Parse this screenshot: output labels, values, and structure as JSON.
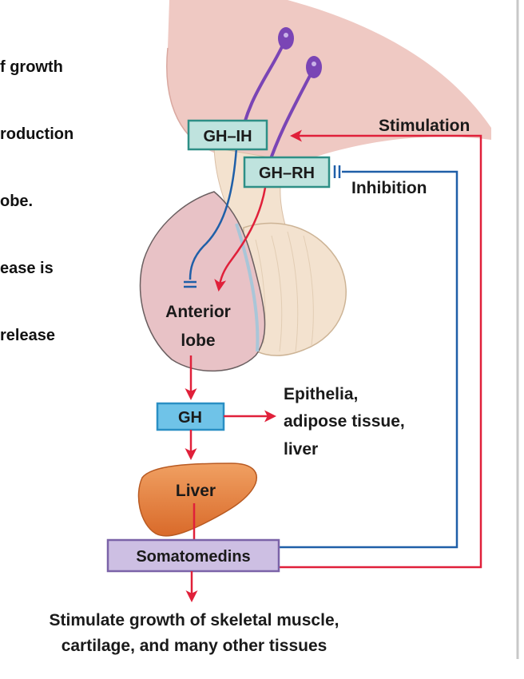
{
  "intro_text": [
    "f growth",
    "roduction",
    "obe.",
    "ease is",
    "release"
  ],
  "labels": {
    "gh_ih": "GH–IH",
    "gh_rh": "GH–RH",
    "stimulation": "Stimulation",
    "inhibition": "Inhibition",
    "anterior_line1": "Anterior",
    "anterior_line2": "lobe",
    "gh": "GH",
    "targets_line1": "Epithelia,",
    "targets_line2": "adipose tissue,",
    "targets_line3": "liver",
    "liver": "Liver",
    "somatomedins": "Somatomedins",
    "result_line1": "Stimulate growth of skeletal muscle,",
    "result_line2": "cartilage, and many other tissues"
  },
  "colors": {
    "stimulation_arrow": "#e0203a",
    "inhibition_line": "#1f5fa8",
    "hormone_box_fill": "#bfe3de",
    "hormone_box_border": "#2e8f86",
    "gh_box_fill": "#6fc3e8",
    "gh_box_border": "#2a8fc4",
    "somatomedins_fill": "#cdbfe3",
    "somatomedins_border": "#7b63a8",
    "anterior_lobe": "#e8c2c6",
    "posterior_lobe": "#f3e2cf",
    "hypothalamus": "#efc9c3",
    "neuron": "#7a45b5",
    "liver": "#e8803f"
  }
}
